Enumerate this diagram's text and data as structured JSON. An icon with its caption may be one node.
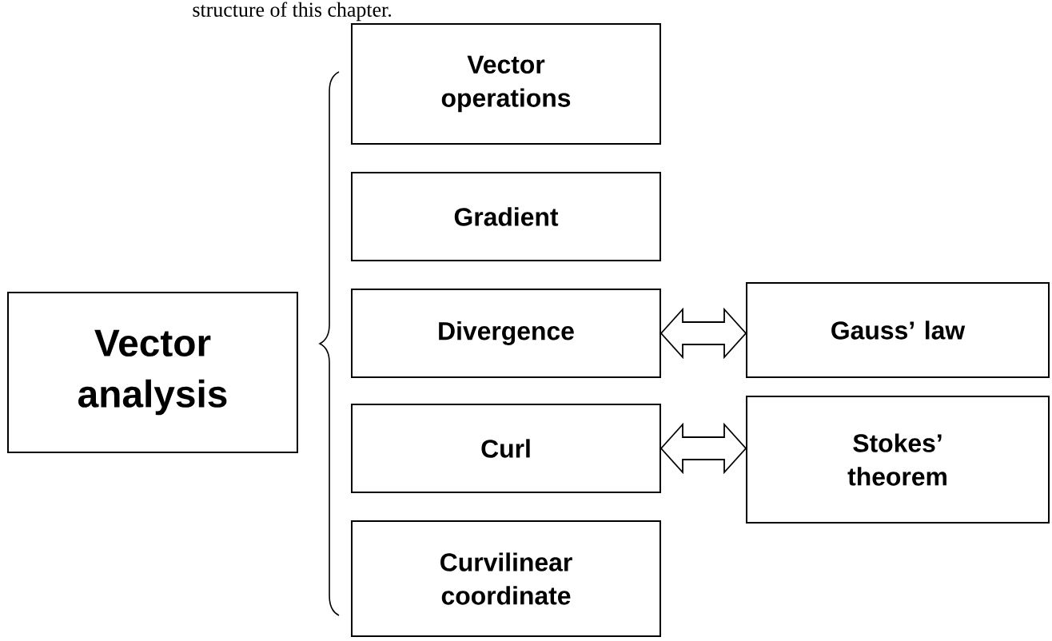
{
  "diagram": {
    "nodes": [
      {
        "text": [
          "Vector analysis"
        ]
      },
      {
        "text": [
          "Vector operations"
        ]
      },
      {
        "text": [
          "Gradient"
        ]
      },
      {
        "text": [
          "Divergence"
        ]
      },
      {
        "text": [
          "Curl"
        ]
      },
      {
        "text": [
          "Curvilinear coordinate"
        ]
      },
      {
        "text": [
          "Gauss’ law"
        ]
      },
      {
        "text": [
          "Stokes’ theorem"
        ]
      }
    ],
    "edges": [
      {
        "from": 3,
        "to": 6,
        "arrow": "both"
      },
      {
        "from": 4,
        "to": 7,
        "arrow": "both"
      }
    ],
    "labels": [
      "structure of this chapter."
    ]
  }
}
